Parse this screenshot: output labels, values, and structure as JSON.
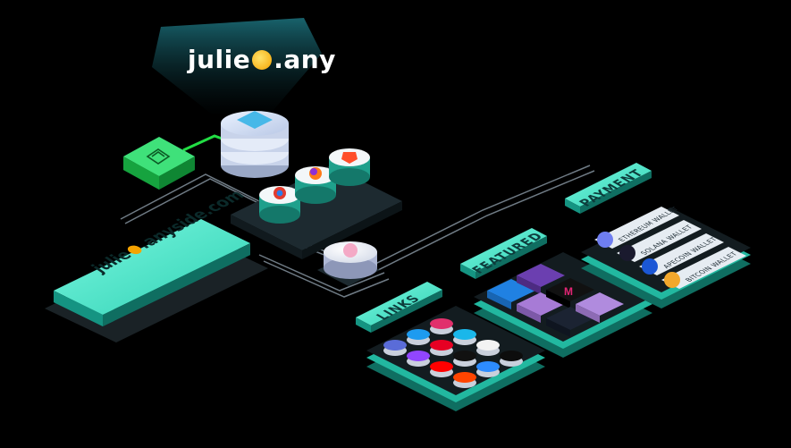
{
  "title": {
    "name_prefix": "julie",
    "name_suffix": ".any",
    "emoji": "winking-tongue-emoji"
  },
  "domain_block": {
    "prefix": "julie",
    "suffix": ".anyside.com",
    "emoji": "winking-tongue-emoji"
  },
  "sections": {
    "links": "LINKS",
    "featured": "FEATURED",
    "payment": "PAYMENT"
  },
  "wallets": [
    {
      "label": "ETHEREUM WALLET",
      "icon": "ethereum-icon"
    },
    {
      "label": "SOLANA WALLET",
      "icon": "solana-icon"
    },
    {
      "label": "APECOIN WALLET",
      "icon": "apecoin-icon"
    },
    {
      "label": "BITCOIN WALLET",
      "icon": "bitcoin-icon"
    }
  ],
  "browsers": [
    "chrome-icon",
    "firefox-icon",
    "brave-icon"
  ],
  "link_icons": [
    "bandcamp-icon",
    "twitter-icon",
    "instagram-icon",
    "vimeo-icon",
    "twitch-icon",
    "pinterest-icon",
    "shop-icon",
    "medium-icon",
    "youtube-icon",
    "cloud-icon",
    "patreon-icon",
    "reddit-icon",
    "stripe-icon"
  ],
  "featured_icons": [
    "opensea-icon",
    "nft-punk-icon",
    "magic-eden-icon",
    "nft-ape-icon",
    "nft-frog-icon",
    "wave-icon"
  ],
  "colors": {
    "accent": "#3fe6c8",
    "accent_dark": "#1aa38f",
    "green_line": "#22dd44",
    "background": "#000000"
  }
}
